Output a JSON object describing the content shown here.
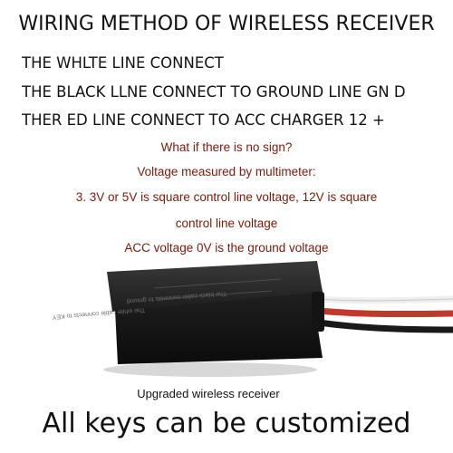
{
  "heading": "WIRING METHOD OF WIRELESS RECEIVER",
  "wiring_lines": [
    "THE WHLTE LINE CONNECT",
    "THE BLACK LLNE CONNECT TO GROUND LINE GN D",
    "THER ED LINE CONNECT TO ACC CHARGER 12 +"
  ],
  "notes": [
    "What if there is no sign?",
    "Voltage measured by multimeter:",
    "3. 3V or 5V is square control line voltage, 12V is square",
    "control line voltage",
    "ACC voltage 0V is the ground voltage"
  ],
  "device_label": [
    "The white cable connects to KEY",
    "The black cable connects to ground"
  ],
  "wire_colors": [
    "#f2f2f2",
    "#1a1a1a",
    "#c0392b"
  ],
  "caption": "Upgraded wireless receiver",
  "tagline": "All keys can be customized"
}
